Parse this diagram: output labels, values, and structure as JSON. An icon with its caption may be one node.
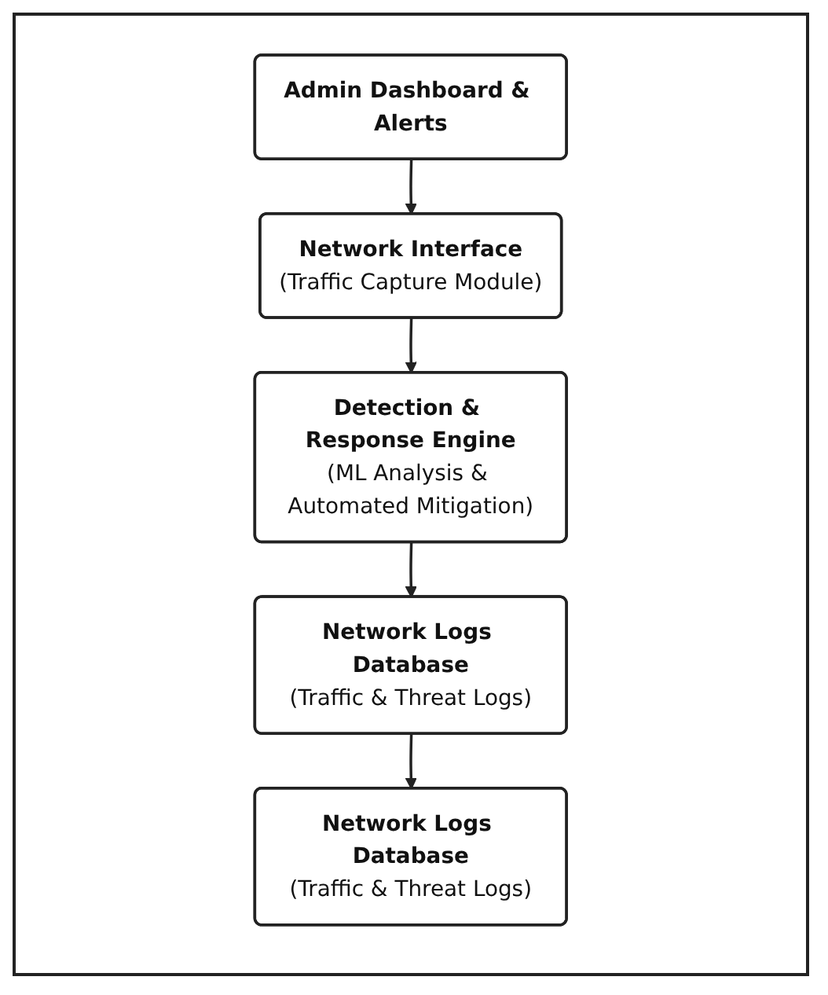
{
  "diagram": {
    "nodes": [
      {
        "text": [
          "Admin Dashboard & Alerts"
        ]
      },
      {
        "text": [
          "Network Interface",
          "(Traffic Capture Module)"
        ]
      },
      {
        "text": [
          "Detection & Response Engine",
          "(ML Analysis & Automated Mitigation)"
        ]
      },
      {
        "text": [
          "Network Logs Database",
          "(Traffic & Threat Logs)"
        ]
      },
      {
        "text": [
          "Network Logs Database",
          "(Traffic & Threat Logs)"
        ]
      }
    ],
    "edges": [
      {
        "from": 0,
        "to": 1,
        "arrow": "to"
      },
      {
        "from": 1,
        "to": 2,
        "arrow": "to"
      },
      {
        "from": 2,
        "to": 3,
        "arrow": "to"
      },
      {
        "from": 3,
        "to": 4,
        "arrow": "to"
      }
    ]
  }
}
